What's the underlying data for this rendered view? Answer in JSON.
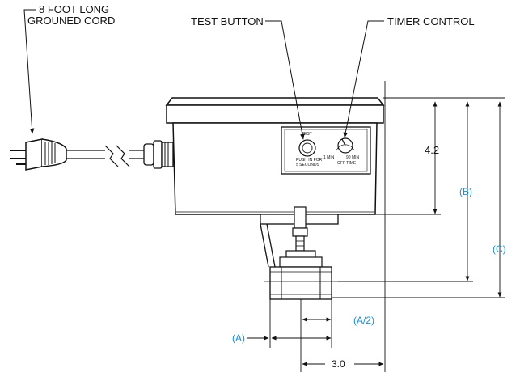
{
  "callouts": {
    "cord": [
      "8 FOOT LONG",
      "GROUNED CORD"
    ],
    "test_button": "TEST BUTTON",
    "timer_control": "TIMER CONTROL"
  },
  "panel": {
    "test_label": "TEST",
    "test_instructions": [
      "PUSH IN FOR",
      "5 SECONDS"
    ],
    "timer_min": "1 MIN",
    "timer_max": "90 MIN",
    "timer_caption": "OFF TIME"
  },
  "dimensions": {
    "height_box": "4.2",
    "b_dim": "(B)",
    "c_dim": "(C)",
    "a_dim": "(A)",
    "a_half_dim": "(A/2)",
    "width_3": "3.0"
  },
  "colors": {
    "line": "#111111",
    "dimension_label": "#1e8fd0"
  }
}
